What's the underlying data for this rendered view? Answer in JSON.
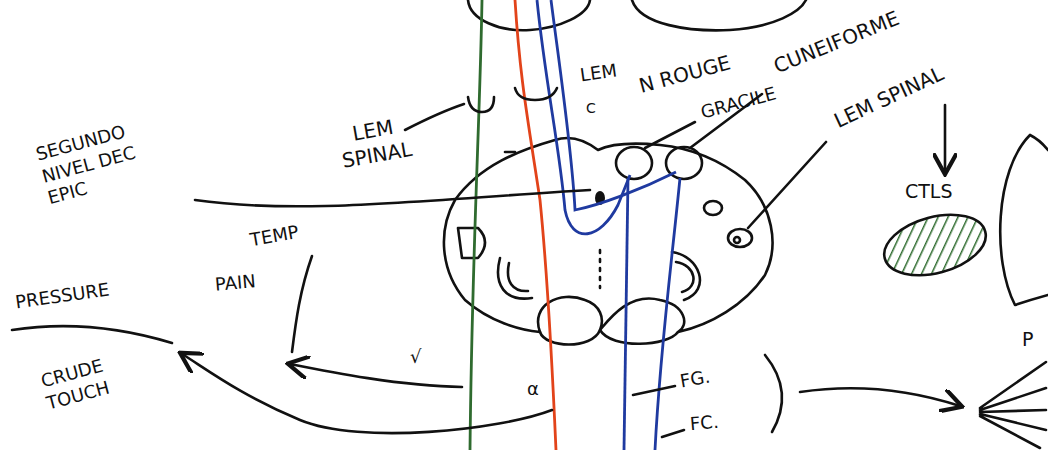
{
  "diagram": {
    "labels": [
      "LEM",
      "N ROUGE",
      "GRACILE",
      "CUNEIFORME",
      "LEM SPINAL",
      "C",
      "LEM SPINAL",
      "SEGUNDO NIVEL DEC EPIC",
      "CTLS",
      "TEMP",
      "PAIN",
      "PRESSURE",
      "√",
      "α",
      "CRUDE TOUCH",
      "FG.",
      "FC.",
      "P"
    ]
  }
}
